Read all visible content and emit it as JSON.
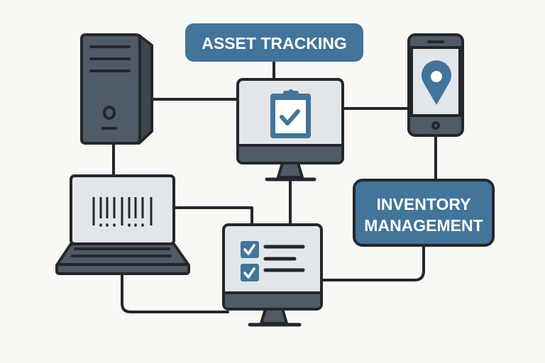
{
  "labels": {
    "asset_tracking": "ASSET TRACKING",
    "inventory_line1": "INVENTORY",
    "inventory_line2": "MANAGEMENT"
  },
  "colors": {
    "background": "#faf8f4",
    "accent_blue": "#43749a",
    "dark_device": "#4f5b66",
    "outline": "#23272b",
    "screen": "#e3e6e8"
  },
  "icons": [
    "server-tower-icon",
    "monitor-clipboard-icon",
    "smartphone-location-icon",
    "laptop-barcode-icon",
    "monitor-checklist-icon"
  ]
}
